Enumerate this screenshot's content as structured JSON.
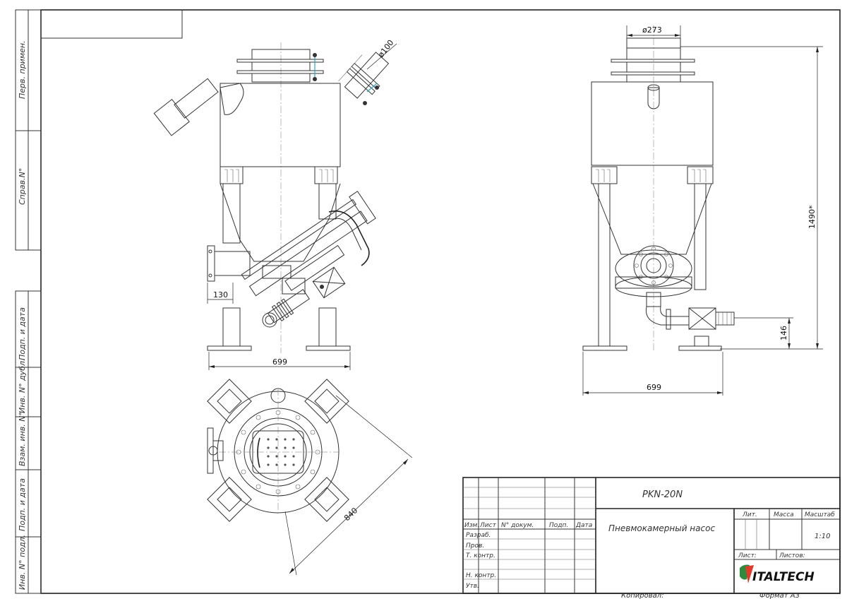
{
  "drawing": {
    "side_labels": [
      "Перв. примен.",
      "Справ.N°",
      "Подп. и дата",
      "Инв. N° дубл.",
      "Взам. инв. N°",
      "Подп. и дата",
      "Инв. N° подл."
    ],
    "dimensions": {
      "flange_dia": "ø273",
      "inlet_dia": "ø100",
      "height": "1490*",
      "outlet_height": "146",
      "width_front": "699",
      "width_side": "699",
      "offset": "130",
      "diagonal": "840"
    },
    "title_block": {
      "code": "PKN-20N",
      "name": "Пневмокамерный насос",
      "col_headers": [
        "Изм.",
        "Лист",
        "N° докум.",
        "Подп.",
        "Дата"
      ],
      "row_labels": [
        "Разраб.",
        "Пров.",
        "Т. контр.",
        "Н. контр.",
        "Утв."
      ],
      "lit_label": "Лит.",
      "mass_label": "Масса",
      "scale_label": "Масштаб",
      "scale_value": "1:10",
      "sheet_label": "Лист:",
      "sheets_label": "Листов:",
      "logo_text": "ITALTECH",
      "copied_label": "Копировал:",
      "format_label": "Формат А3"
    }
  }
}
